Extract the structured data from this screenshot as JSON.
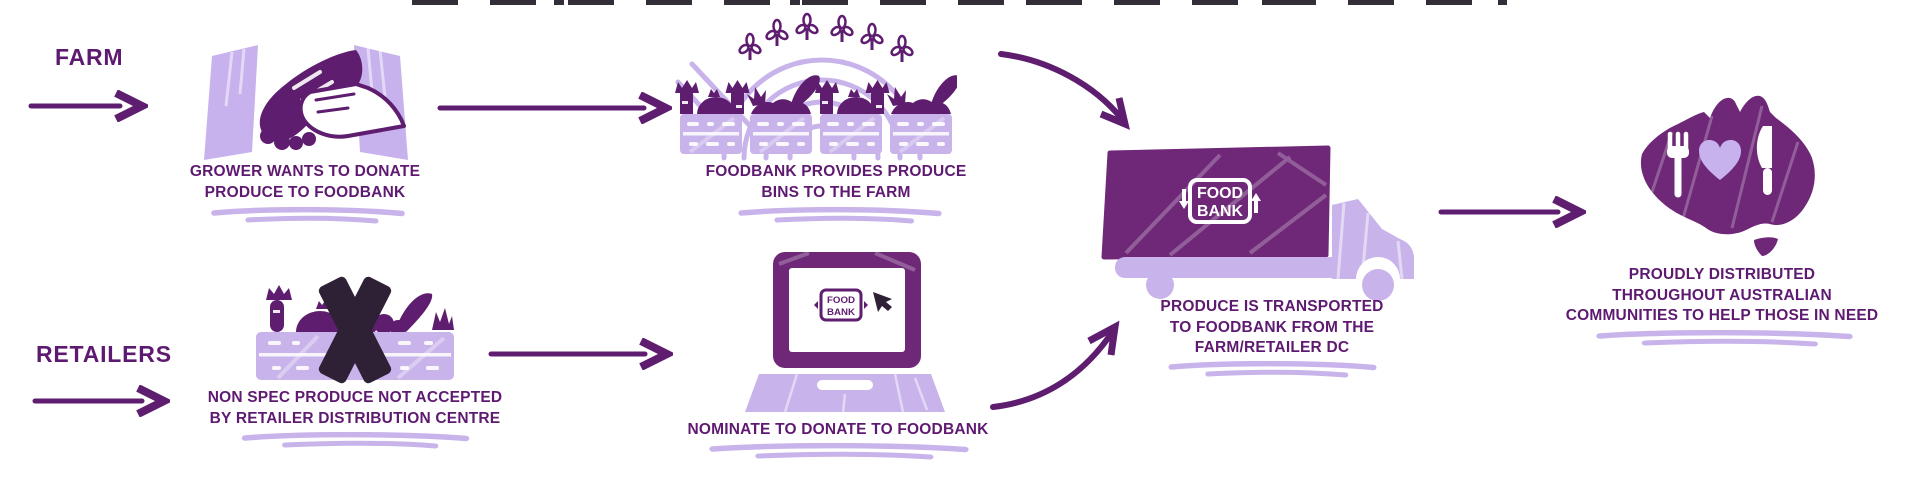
{
  "palette": {
    "ink": "#5E1D6F",
    "plum": "#6E2877",
    "light_purple": "#C8B3EA",
    "lavender": "#C7B2EE",
    "x_dark": "#2E2136",
    "text_purple": "#5E1A70",
    "background": "#FFFFFF"
  },
  "lanes": {
    "farm": {
      "label": "FARM"
    },
    "retailers": {
      "label": "RETAILERS"
    }
  },
  "foodbank_logo": {
    "line1": "FOOD",
    "line2": "BANK"
  },
  "steps": {
    "grower": {
      "icon": "handshake-icon",
      "lines": [
        "GROWER WANTS TO DONATE",
        "PRODUCE TO FOODBANK"
      ]
    },
    "bins": {
      "icon": "produce-bins-field-icon",
      "lines": [
        "FOODBANK PROVIDES PRODUCE",
        "BINS TO THE FARM"
      ]
    },
    "non_spec": {
      "icon": "rejected-produce-icon",
      "lines": [
        "NON SPEC PRODUCE NOT ACCEPTED",
        "BY RETAILER DISTRIBUTION CENTRE"
      ]
    },
    "nominate": {
      "icon": "laptop-icon",
      "lines": [
        "NOMINATE TO DONATE TO FOODBANK"
      ]
    },
    "transport": {
      "icon": "foodbank-truck-icon",
      "lines": [
        "PRODUCE IS TRANSPORTED",
        "TO FOODBANK FROM THE",
        "FARM/RETAILER DC"
      ]
    },
    "distribute": {
      "icon": "australia-map-icon",
      "lines": [
        "PROUDLY DISTRIBUTED",
        "THROUGHOUT AUSTRALIAN",
        "COMMUNITIES TO HELP THOSE IN NEED"
      ]
    }
  }
}
